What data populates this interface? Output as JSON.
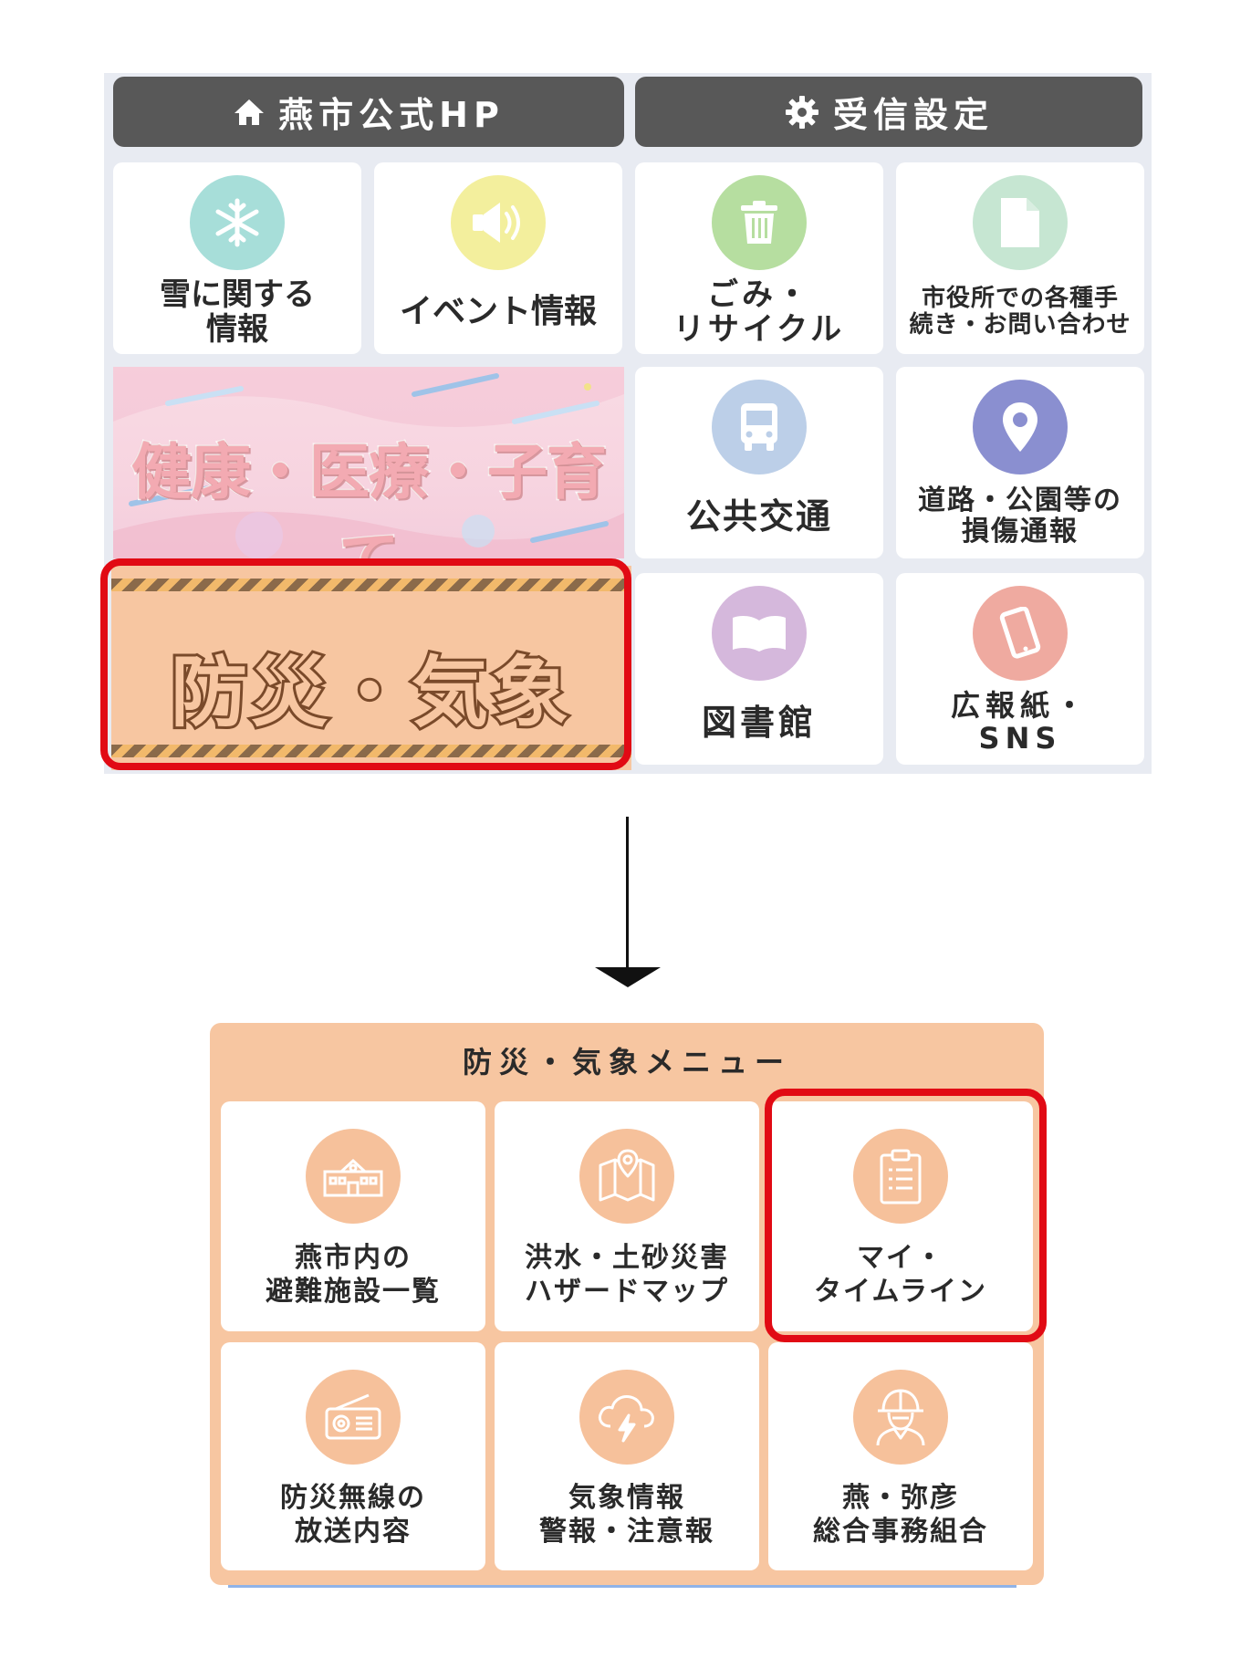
{
  "top": {
    "home_button": {
      "label": "燕市公式HP",
      "icon": "home-icon"
    },
    "settings_button": {
      "label": "受信設定",
      "icon": "gear-icon"
    },
    "tiles": [
      {
        "label": "雪に関する\n情報",
        "icon": "snowflake-icon",
        "color": "#a7ded9"
      },
      {
        "label": "イベント情報",
        "icon": "speaker-icon",
        "color": "#f3ef9d"
      },
      {
        "label": "ごみ・\nリサイクル",
        "icon": "trash-icon",
        "color": "#b6dea0"
      },
      {
        "label": "市役所での各種手\n続き・お問い合わせ",
        "icon": "document-icon",
        "color": "#c6e6d2"
      },
      {
        "label": "公共交通",
        "icon": "bus-icon",
        "color": "#bccfe8"
      },
      {
        "label": "道路・公園等の\n損傷通報",
        "icon": "map-pin-icon",
        "color": "#8a8fd0"
      },
      {
        "label": "図書館",
        "icon": "book-icon",
        "color": "#d5b8dc"
      },
      {
        "label": "広報紙・\nSNS",
        "icon": "tablet-icon",
        "color": "#efaaa0"
      }
    ],
    "health_banner": "健康・医療・子育て",
    "disaster_banner": "防災・気象"
  },
  "menu": {
    "title": "防災・気象メニュー",
    "tiles": [
      {
        "label": "燕市内の\n避難施設一覧",
        "icon": "school-building-icon"
      },
      {
        "label": "洪水・土砂災害\nハザードマップ",
        "icon": "map-icon"
      },
      {
        "label": "マイ・\nタイムライン",
        "icon": "clipboard-icon"
      },
      {
        "label": "防災無線の\n放送内容",
        "icon": "radio-icon"
      },
      {
        "label": "気象情報\n警報・注意報",
        "icon": "thunder-cloud-icon"
      },
      {
        "label": "燕・弥彦\n総合事務組合",
        "icon": "firefighter-icon"
      }
    ]
  },
  "colors": {
    "highlight": "#e10a14",
    "menu_bg": "#f7c6a1",
    "header_bg": "#585858"
  }
}
